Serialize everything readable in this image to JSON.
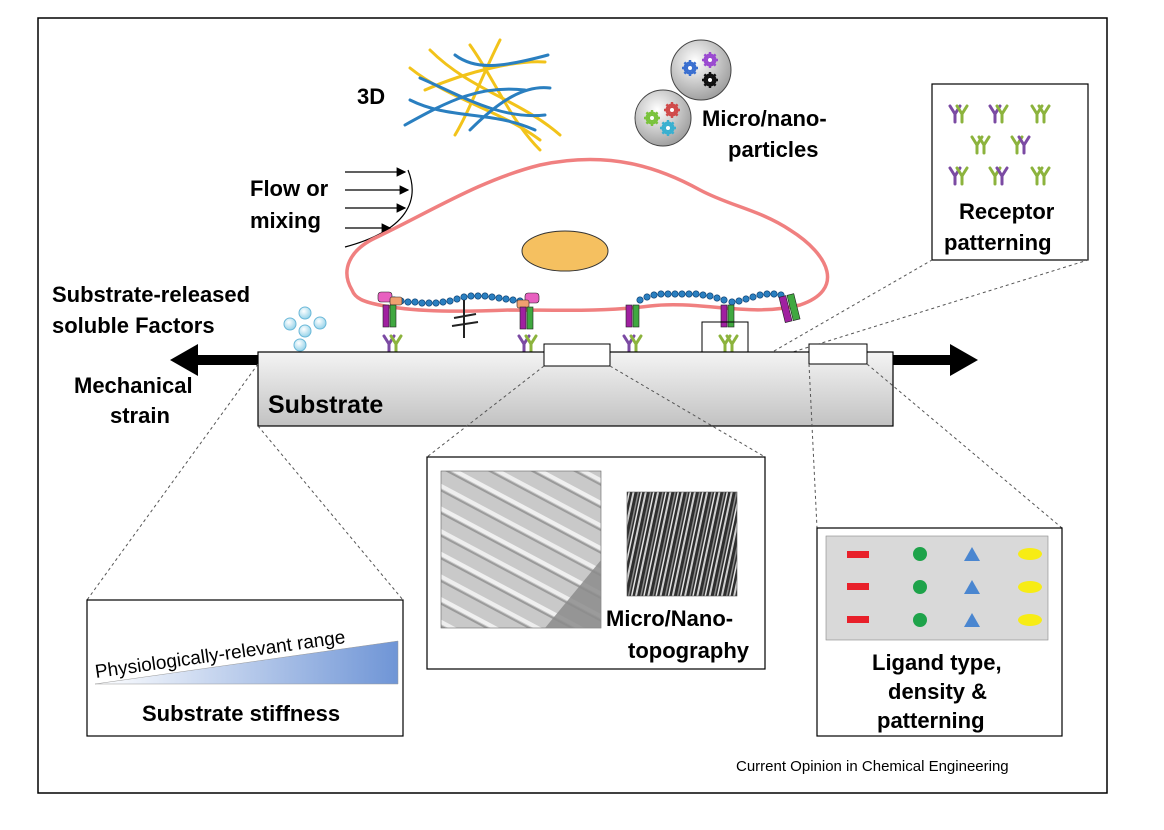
{
  "labels": {
    "three_d": "3D",
    "particles_line1": "Micro/nano-",
    "particles_line2": "particles",
    "flow_line1": "Flow or",
    "flow_line2": "mixing",
    "soluble_line1": "Substrate-released",
    "soluble_line2": "soluble Factors",
    "strain_line1": "Mechanical",
    "strain_line2": "strain",
    "substrate": "Substrate",
    "receptor_line1": "Receptor",
    "receptor_line2": "patterning",
    "topo_line1": "Micro/Nano-",
    "topo_line2": "topography",
    "ligand_line1": "Ligand type,",
    "ligand_line2": "density &",
    "ligand_line3": "patterning",
    "stiffness": "Substrate stiffness",
    "physio_range": "Physiologically-relevant range"
  },
  "source": "Current Opinion in Chemical Engineering",
  "colors": {
    "cell_membrane": "#f08080",
    "nucleus": "#f5c060",
    "fiber_blue": "#2a7fc0",
    "fiber_yellow": "#f2c31a",
    "receptor_purple": "#7b4aa3",
    "receptor_green": "#8cb33d",
    "ligand_red": "#e8202a",
    "ligand_green": "#1ea34a",
    "ligand_blue": "#4a86d0",
    "ligand_yellow": "#f7ec14"
  }
}
